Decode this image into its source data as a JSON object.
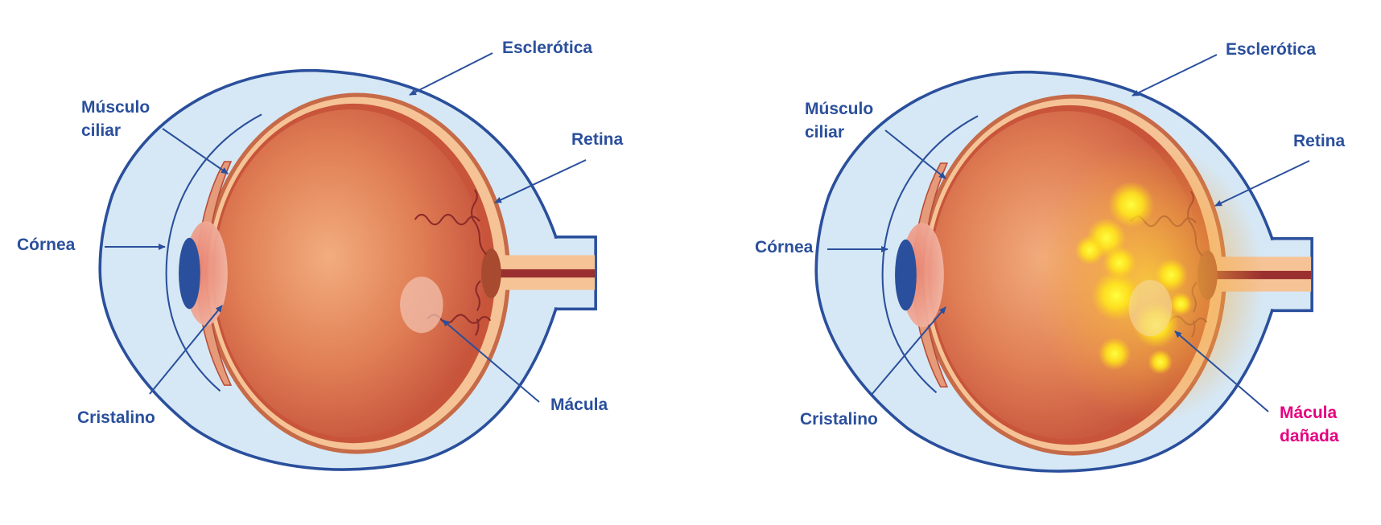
{
  "colors": {
    "label_blue": "#2a4f9c",
    "damage_magenta": "#e6007e",
    "sclera_fill": "#d6e8f5",
    "sclera_stroke": "#2a4f9c",
    "eye_interior": "#c8543a",
    "eye_center": "#f2ad7e",
    "retina_band": "#f5c396",
    "vessel": "#8c2a2a",
    "damage_spot": "#ffee00"
  },
  "diagrams": [
    {
      "state": "healthy",
      "labels": {
        "esclerotica": "Esclerótica",
        "musculo": [
          "Músculo",
          "ciliar"
        ],
        "retina": "Retina",
        "cornea": "Córnea",
        "cristalino": "Cristalino",
        "macula": [
          "Mácula"
        ]
      }
    },
    {
      "state": "damaged",
      "labels": {
        "esclerotica": "Esclerótica",
        "musculo": [
          "Músculo",
          "ciliar"
        ],
        "retina": "Retina",
        "cornea": "Córnea",
        "cristalino": "Cristalino",
        "macula": [
          "Mácula",
          "dañada"
        ]
      }
    }
  ]
}
